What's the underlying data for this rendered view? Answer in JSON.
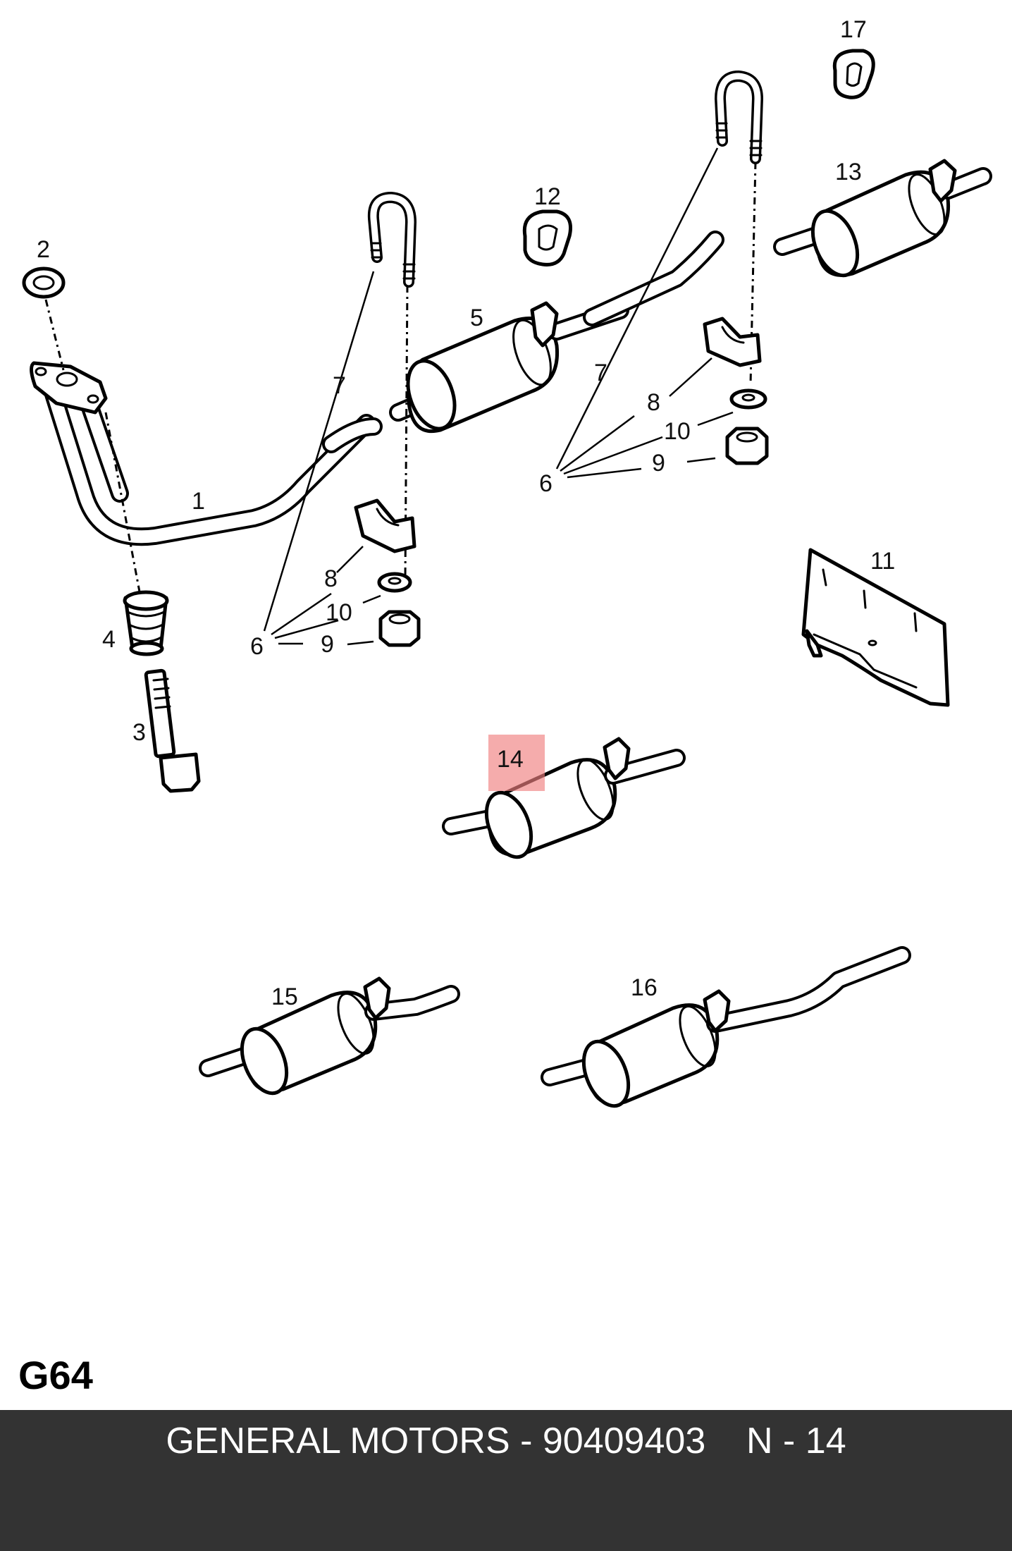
{
  "diagram": {
    "callouts": {
      "p1": "1",
      "p2": "2",
      "p3": "3",
      "p4": "4",
      "p5": "5",
      "p6a": "6",
      "p6b": "6",
      "p7a": "7",
      "p7b": "7",
      "p8a": "8",
      "p8b": "8",
      "p9a": "9",
      "p9b": "9",
      "p10a": "10",
      "p10b": "10",
      "p11": "11",
      "p12": "12",
      "p13": "13",
      "p14": "14",
      "p15": "15",
      "p16": "16",
      "p17": "17"
    },
    "highlight": {
      "label": "14",
      "color": "#f08080"
    }
  },
  "page_code": "G64",
  "footer": {
    "brand": "GENERAL MOTORS",
    "separator": " - ",
    "part_number": "90409403",
    "gap": "    ",
    "position": "N - 14",
    "background": "#333333"
  }
}
